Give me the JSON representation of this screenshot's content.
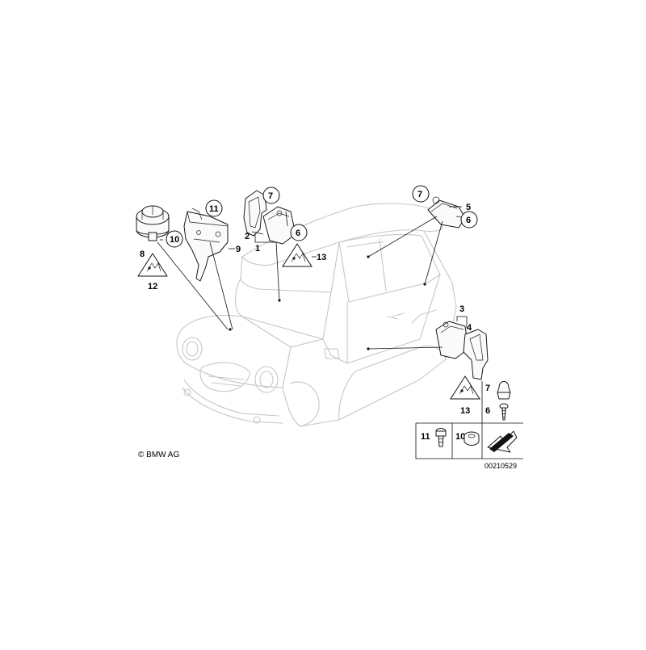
{
  "diagram": {
    "copyright": "© BMW AG",
    "drawing_number": "00210529",
    "callouts": {
      "left_sensor_id": "8",
      "left_warning_id": "12",
      "left_bracket_id": "9",
      "left_grommet_id": "10",
      "left_screw_id": "11",
      "center_unit_1": "1",
      "center_unit_2": "2",
      "center_nut_7": "7",
      "center_screw_6": "6",
      "center_warning_id": "13",
      "roof_nut_7": "7",
      "roof_unit_5": "5",
      "roof_screw_6": "6",
      "side_unit_3": "3",
      "side_unit_4": "4",
      "side_warning_id": "13",
      "legend_nut_7": "7",
      "legend_screw_6": "6",
      "legend_screw_11": "11",
      "legend_grommet_10": "10"
    }
  }
}
